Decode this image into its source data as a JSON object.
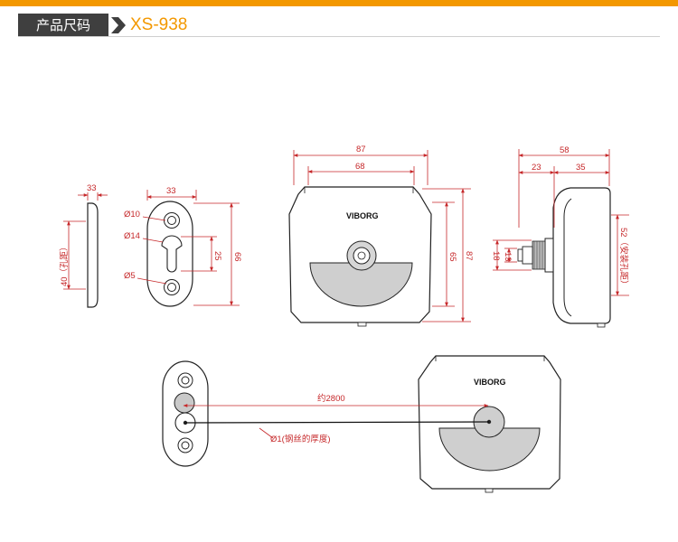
{
  "header": {
    "section_label": "产品尺码",
    "model": "XS-938",
    "accent_color": "#f39800",
    "arrow_color": "#3f3f3f"
  },
  "brand": "VIBORG",
  "dimensions": {
    "plate_side_thickness": "33",
    "plate_side_hole": "40（孔距）",
    "plate_front_width": "33",
    "plate_front_height": "66",
    "hole_top": "Ø10",
    "hole_slot": "Ø14",
    "hole_bottom": "Ø5",
    "slot_length": "25",
    "body_outer_width": "87",
    "body_inner_width": "68",
    "body_inner_height": "65",
    "body_outer_height": "87",
    "side_total_width": "58",
    "side_width_a": "23",
    "side_width_b": "35",
    "knob_height_a": "18",
    "knob_height_b": "13",
    "side_mount_hole": "52（安装孔距）",
    "cable_length": "约2800",
    "cable_diameter": "Ø1(钢丝的厚度)"
  }
}
